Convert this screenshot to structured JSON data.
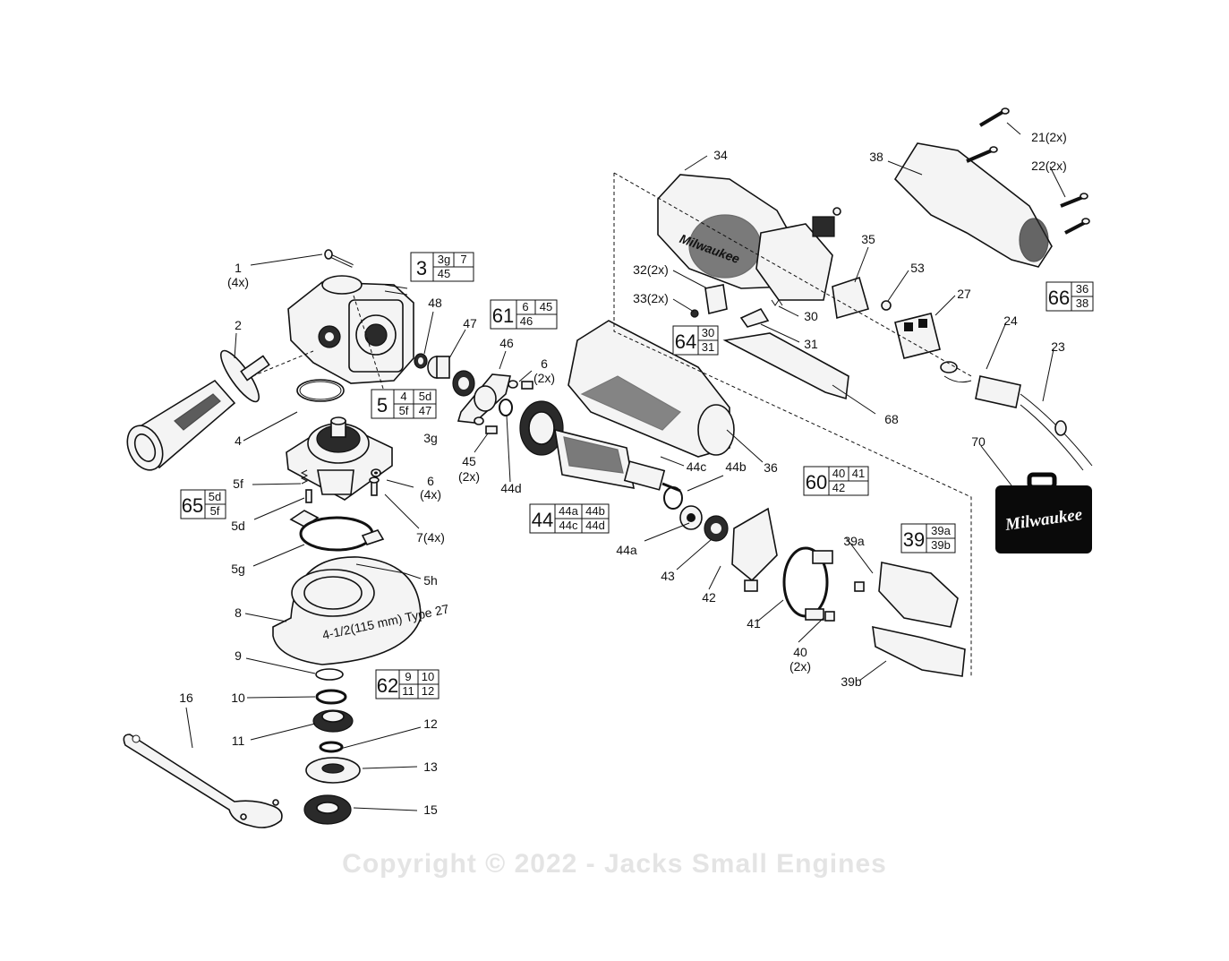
{
  "watermark": "Copyright © 2022 - Jacks Small Engines",
  "case_brand": "Milwaukee",
  "labels": {
    "l1": "1",
    "l1x": "(4x)",
    "l2": "2",
    "l4": "4",
    "l3g": "3g",
    "l5f": "5f",
    "l5d": "5d",
    "l5g": "5g",
    "l5h": "5h",
    "l6a": "6",
    "l6ax": "(4x)",
    "l7": "7(4x)",
    "l8": "8",
    "l9": "9",
    "l10": "10",
    "l11": "11",
    "l12": "12",
    "l13": "13",
    "l15": "15",
    "l16": "16",
    "l48": "48",
    "l47": "47",
    "l46": "46",
    "l6b": "6",
    "l6bx": "(2x)",
    "l45": "45",
    "l45x": "(2x)",
    "l44d": "44d",
    "l44c": "44c",
    "l44b": "44b",
    "l44a": "44a",
    "l43": "43",
    "l42": "42",
    "l41": "41",
    "l40": "40",
    "l40x": "(2x)",
    "l39a": "39a",
    "l39b": "39b",
    "l36": "36",
    "l34": "34",
    "l32": "32(2x)",
    "l33": "33(2x)",
    "l30": "30",
    "l31": "31",
    "l35": "35",
    "l53": "53",
    "l27": "27",
    "l24": "24",
    "l23": "23",
    "l68": "68",
    "l70": "70",
    "l38": "38",
    "l21": "21(2x)",
    "l22": "22(2x)"
  },
  "boxes": {
    "b3": {
      "num": "3",
      "subs": [
        "3g",
        "7",
        "45",
        ""
      ]
    },
    "b5": {
      "num": "5",
      "subs": [
        "4",
        "5d",
        "5f",
        "47"
      ]
    },
    "b61": {
      "num": "61",
      "subs": [
        "6",
        "45",
        "46",
        ""
      ]
    },
    "b65": {
      "num": "65",
      "subs": [
        "5d",
        "5f"
      ]
    },
    "b62": {
      "num": "62",
      "subs": [
        "9",
        "10",
        "11",
        "12"
      ]
    },
    "b44": {
      "num": "44",
      "subs": [
        "44a",
        "44b",
        "44c",
        "44d"
      ]
    },
    "b64": {
      "num": "64",
      "subs": [
        "30",
        "31"
      ]
    },
    "b60": {
      "num": "60",
      "subs": [
        "40",
        "41",
        "42",
        ""
      ]
    },
    "b39": {
      "num": "39",
      "subs": [
        "39a",
        "39b"
      ]
    },
    "b66": {
      "num": "66",
      "subs": [
        "36",
        "38"
      ]
    }
  }
}
